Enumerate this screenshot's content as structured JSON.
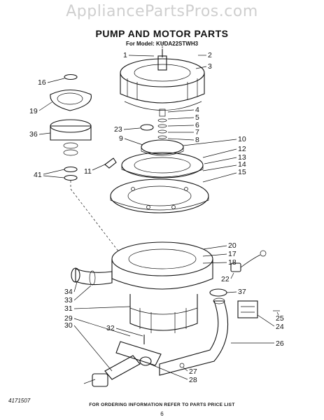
{
  "header": {
    "watermark": "AppliancePartsPros.com",
    "title": "PUMP AND MOTOR PARTS",
    "model": "For Model: KUDA22STWH3"
  },
  "footer": {
    "drawing_code": "4171507",
    "note": "FOR ORDERING INFORMATION REFER TO PARTS PRICE LIST",
    "page_number": "6"
  },
  "callouts": [
    "1",
    "2",
    "3",
    "4",
    "5",
    "6",
    "7",
    "8",
    "9",
    "10",
    "11",
    "12",
    "13",
    "14",
    "15",
    "16",
    "17",
    "18",
    "19",
    "20",
    "22",
    "23",
    "24",
    "25",
    "26",
    "27",
    "28",
    "29",
    "30",
    "31",
    "32",
    "33",
    "34",
    "36",
    "37",
    "41"
  ]
}
